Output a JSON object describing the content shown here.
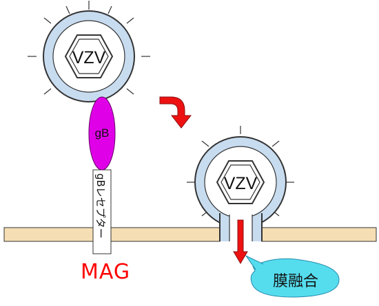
{
  "virus_label_top": "VZV",
  "virus_label_bottom": "VZV",
  "gb_label": "gB",
  "receptor_label": "gBレセプター",
  "mag_label": "MAG",
  "fusion_label": "膜融合",
  "colors": {
    "membrane_fill": "#F5DEB3",
    "membrane_stroke": "#333333",
    "virus_shell": "#C8DCF0",
    "gb_fill": "#E000E8",
    "arrow_red": "#EE1111",
    "fusion_bubble": "#55DDEE",
    "mag_text": "#FF0000"
  }
}
